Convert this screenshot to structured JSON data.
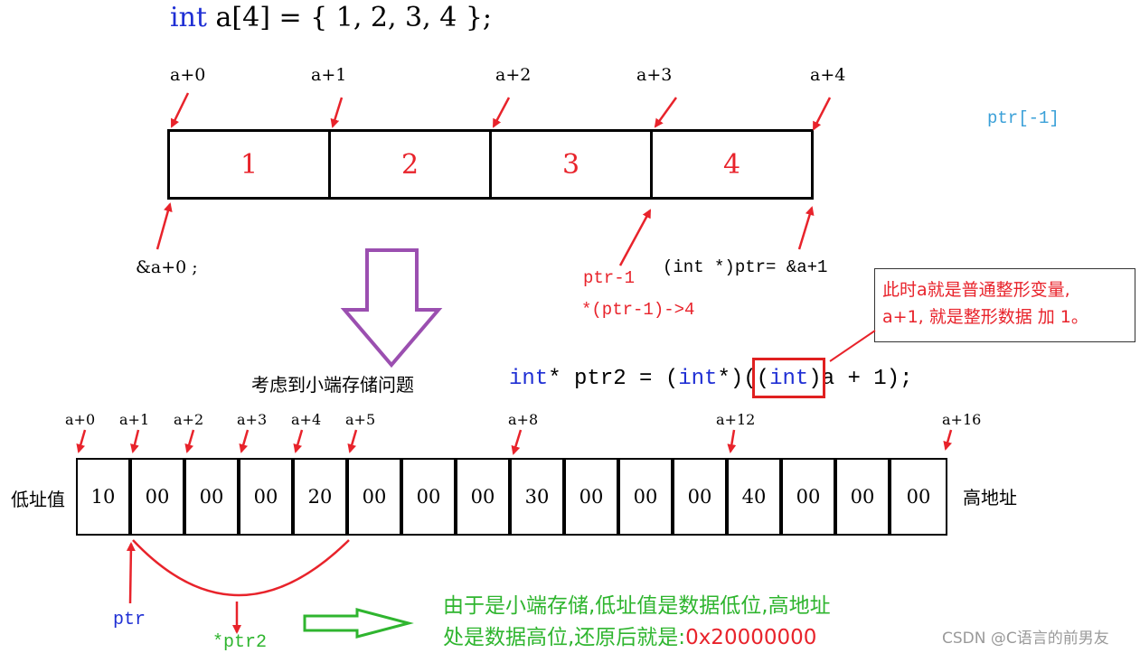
{
  "code_decl": {
    "kw": "int",
    "rest": " a[4] = { 1, 2, 3, 4 };"
  },
  "top_array": {
    "values": [
      "1",
      "2",
      "3",
      "4"
    ],
    "addr_labels": [
      "a+0",
      "a+1",
      "a+2",
      "a+3",
      "a+4"
    ],
    "ptr_minus1_label": "ptr[-1]",
    "amp_a0": "&a+0 ;",
    "ptr_minus1": "ptr-1",
    "deref_ptr": "*(ptr-1)->4",
    "ptr_assign": "(int *)ptr= &a+1"
  },
  "note_box": {
    "line1": "此时a就是普通整形变量,",
    "line2": "a+1, 就是整形数据 加 1。"
  },
  "transition_label": "考虑到小端存储问题",
  "code_ptr2": {
    "kw1": "int",
    "part2": "* ptr2 = (",
    "kw2": "int",
    "part3": "*)((",
    "kw3": "int",
    "part4": ")a + 1);"
  },
  "memory": {
    "low_label": "低址值",
    "high_label": "高地址",
    "cells": [
      "10",
      "00",
      "00",
      "00",
      "20",
      "00",
      "00",
      "00",
      "30",
      "00",
      "00",
      "00",
      "40",
      "00",
      "00",
      "00"
    ],
    "addr_labels": [
      "a+0",
      "a+1",
      "a+2",
      "a+3",
      "a+4",
      "a+5",
      "a+8",
      "a+12",
      "a+16"
    ]
  },
  "ptr_label": "ptr",
  "ptr2_label": "*ptr2",
  "conclusion": {
    "line1": "由于是小端存储,低址值是数据低位,高地址",
    "line2_prefix": "处是数据高位,还原后就是:",
    "line2_value": "0x20000000"
  },
  "watermark": "CSDN @C语言的前男友",
  "colors": {
    "red": "#e8232b",
    "blue": "#1f2fd4",
    "green": "#2fb52f",
    "purple": "#9b4fb0",
    "cyan": "#3aa0d8"
  }
}
